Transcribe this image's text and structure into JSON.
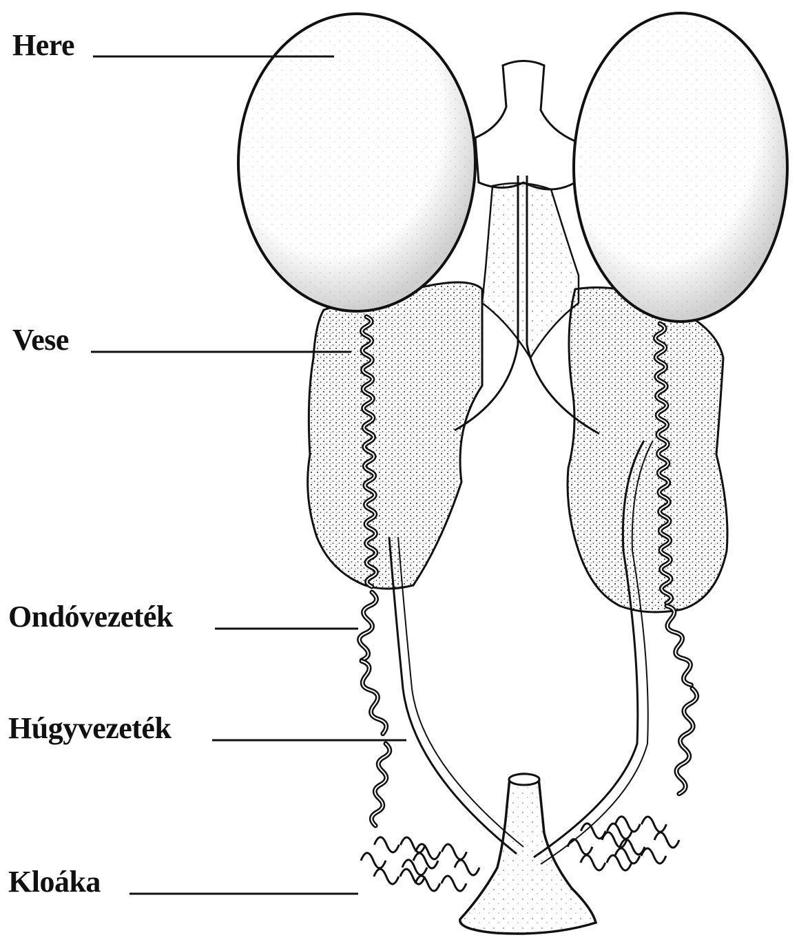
{
  "labels": {
    "here": "Here",
    "vese": "Vese",
    "ondovezetek": "Ondóvezeték",
    "hugyvezetek": "Húgyvezeték",
    "kloaka": "Kloáka"
  },
  "colors": {
    "ink": "#111111",
    "stipple": "#2a2a2a",
    "background": "#ffffff"
  }
}
